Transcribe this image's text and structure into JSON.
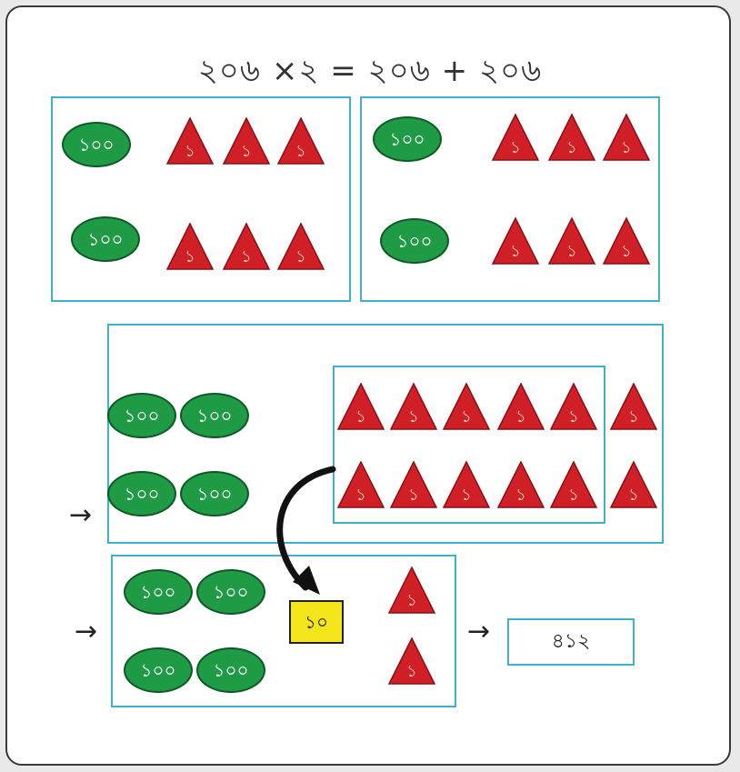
{
  "equation": "২০৬ ×২ = ২০৬ + ২০৬",
  "coin_label": "১০০",
  "unit_label": "১",
  "ten_label": "১০",
  "arrow_symbol": "→",
  "result": "৪১২",
  "colors": {
    "box_border": "#3fb2c8",
    "coin": "#1f9a45",
    "triangle": "#d01f26",
    "ten_box": "#f3e51a"
  }
}
